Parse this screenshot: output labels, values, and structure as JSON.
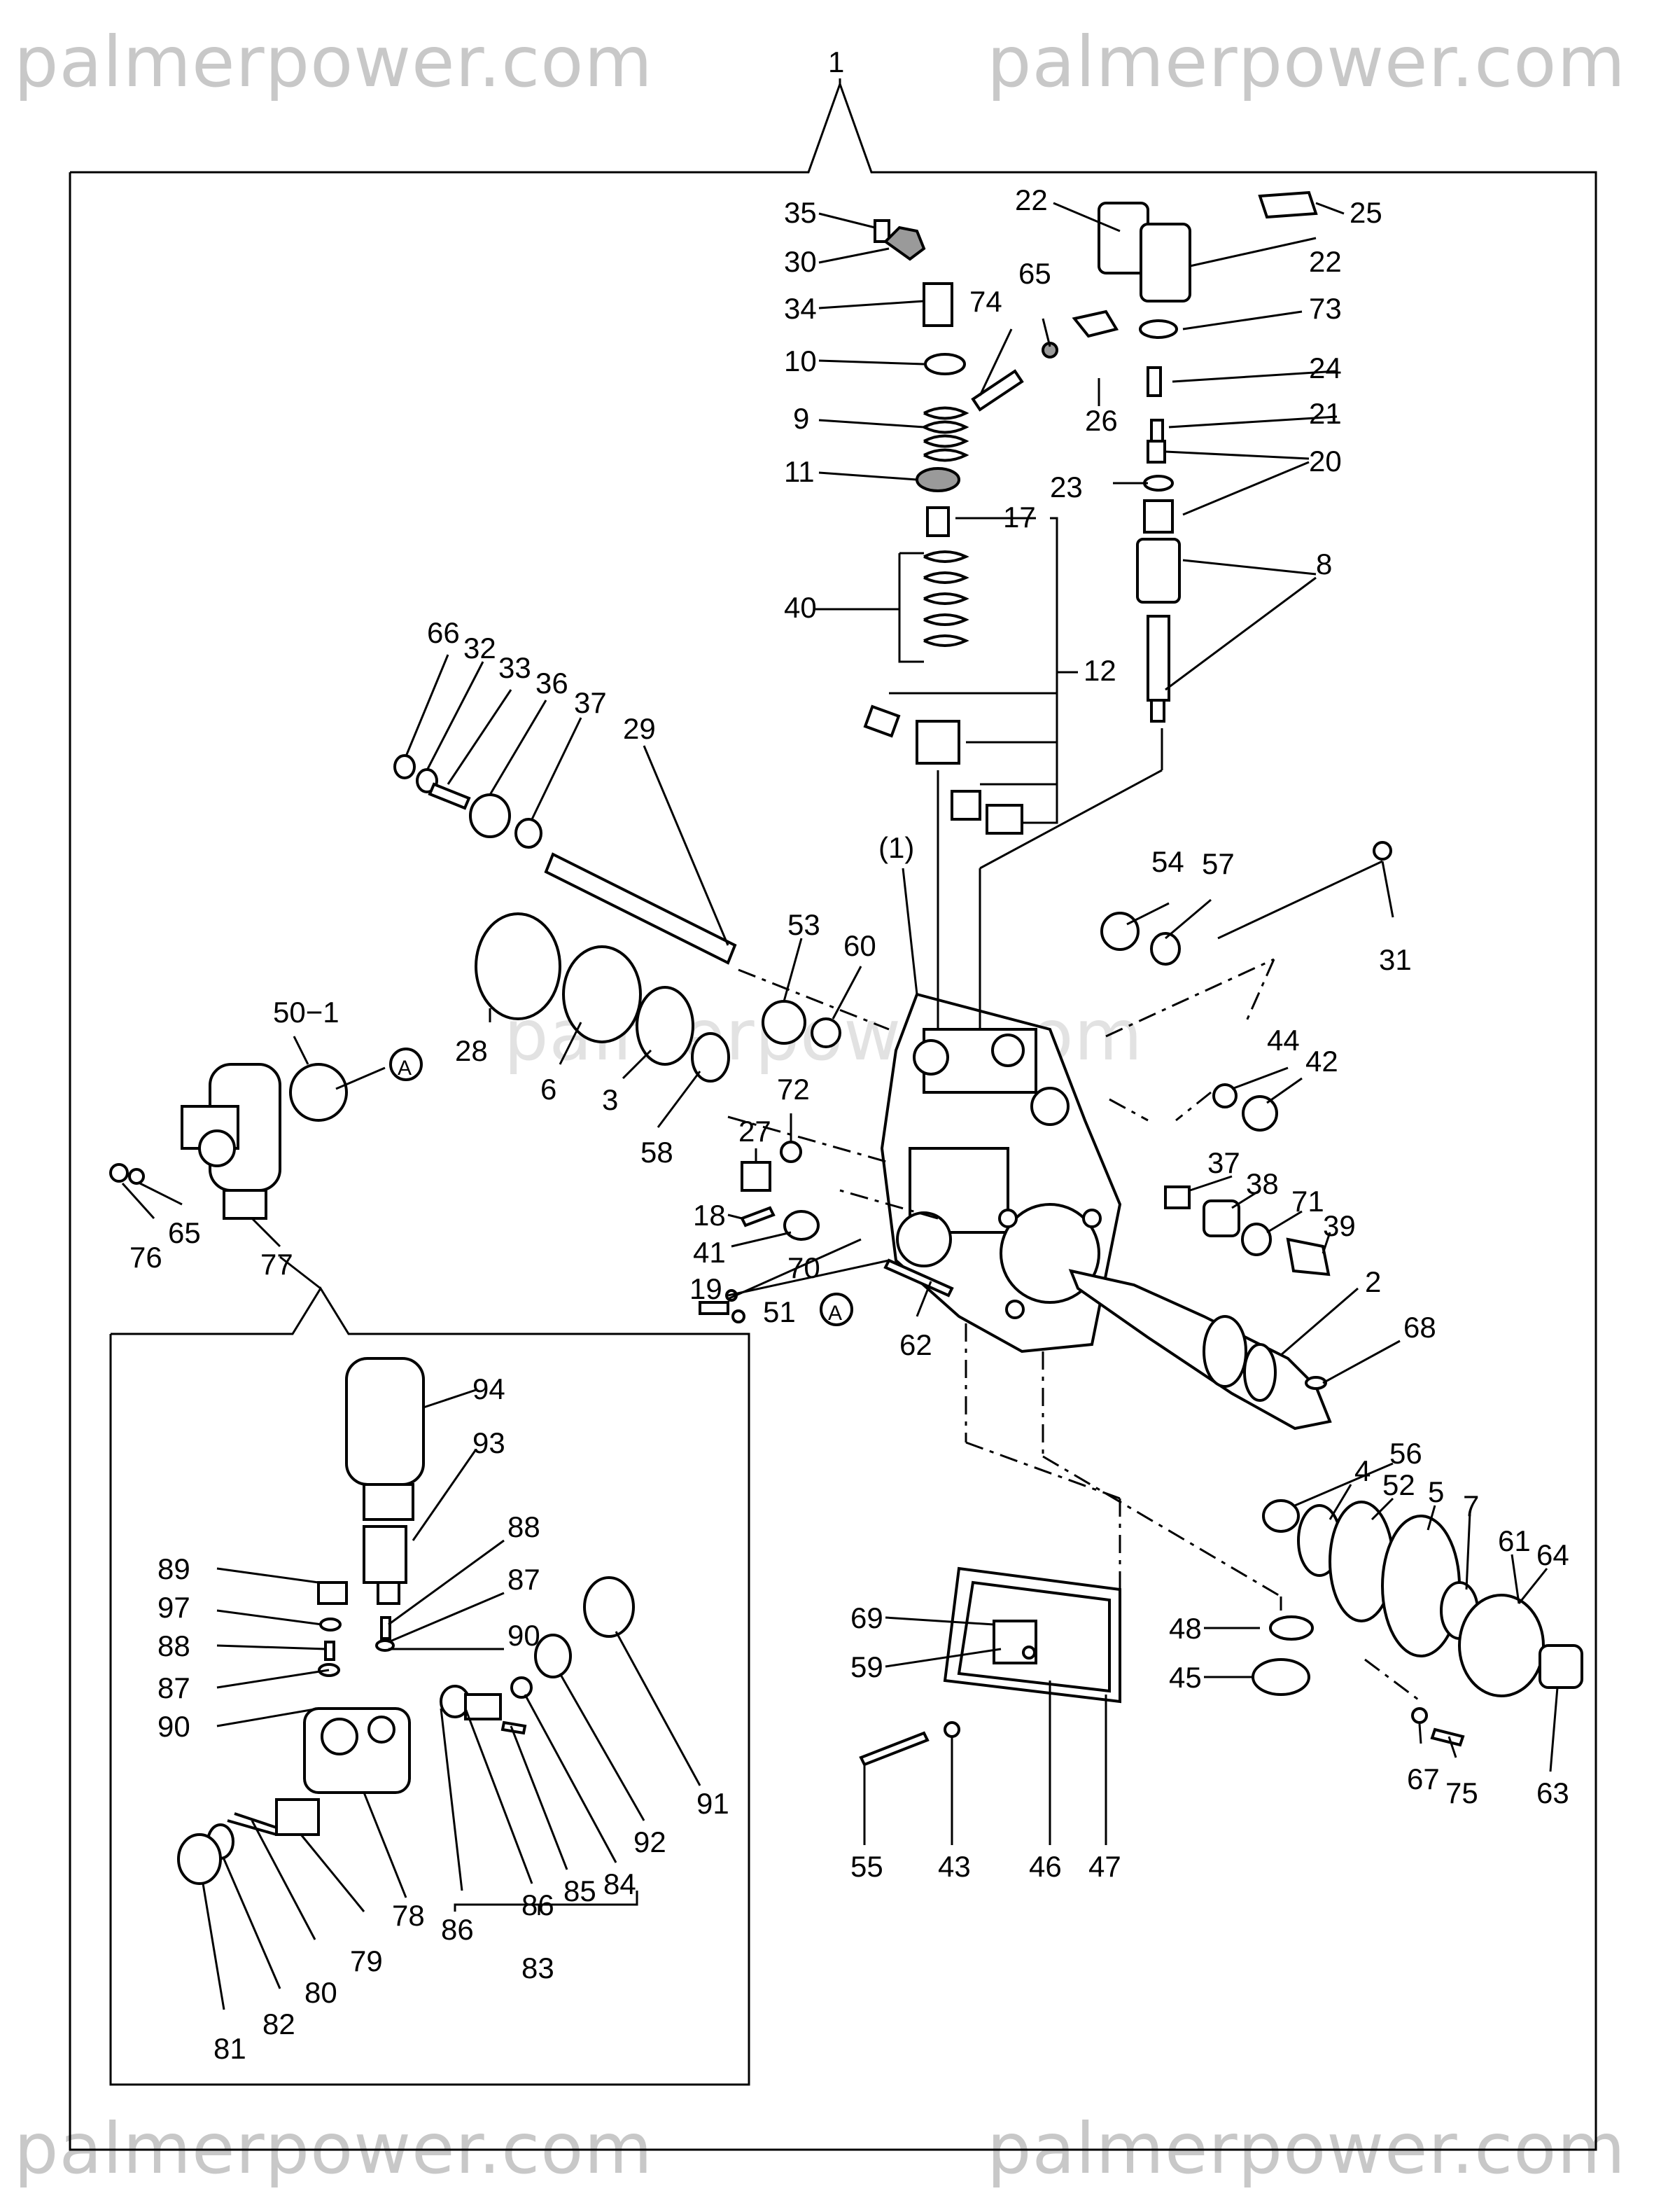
{
  "watermark": "palmerpower.com",
  "assembly_label": "1",
  "sub_body_label": "(1)",
  "view_ref": "A",
  "labels": {
    "l35": "35",
    "l30": "30",
    "l34": "34",
    "l10": "10",
    "l9": "9",
    "l11": "11",
    "l40": "40",
    "l17": "17",
    "l12": "12",
    "l22a": "22",
    "l22b": "22",
    "l25": "25",
    "l73": "73",
    "l24": "24",
    "l21": "21",
    "l20": "20",
    "l23": "23",
    "l8": "8",
    "l74": "74",
    "l65a": "65",
    "l26": "26",
    "l66": "66",
    "l32": "32",
    "l33": "33",
    "l36": "36",
    "l37a": "37",
    "l29": "29",
    "l28": "28",
    "l6": "6",
    "l3": "3",
    "l58": "58",
    "l53": "53",
    "l60": "60",
    "l72": "72",
    "l27": "27",
    "l54": "54",
    "l57": "57",
    "l31": "31",
    "l44": "44",
    "l42": "42",
    "l50_1": "50−1",
    "l65b": "65",
    "l76": "76",
    "l77": "77",
    "l18": "18",
    "l41": "41",
    "l19": "19",
    "l70": "70",
    "l51": "51",
    "l62": "62",
    "l37b": "37",
    "l38": "38",
    "l71": "71",
    "l39": "39",
    "l2": "2",
    "l68": "68",
    "l56": "56",
    "l4": "4",
    "l52": "52",
    "l5": "5",
    "l7": "7",
    "l61": "61",
    "l64": "64",
    "l48": "48",
    "l45": "45",
    "l67": "67",
    "l75": "75",
    "l63": "63",
    "l69": "69",
    "l59": "59",
    "l55": "55",
    "l43": "43",
    "l46": "46",
    "l47": "47",
    "l94": "94",
    "l93": "93",
    "l89": "89",
    "l97": "97",
    "l88a": "88",
    "l87a": "87",
    "l90a": "90",
    "l88b": "88",
    "l87b": "87",
    "l90b": "90",
    "l91": "91",
    "l92": "92",
    "l84": "84",
    "l85": "85",
    "l86a": "86",
    "l86b": "86",
    "l83": "83",
    "l78": "78",
    "l79": "79",
    "l80": "80",
    "l82": "82",
    "l81": "81"
  }
}
